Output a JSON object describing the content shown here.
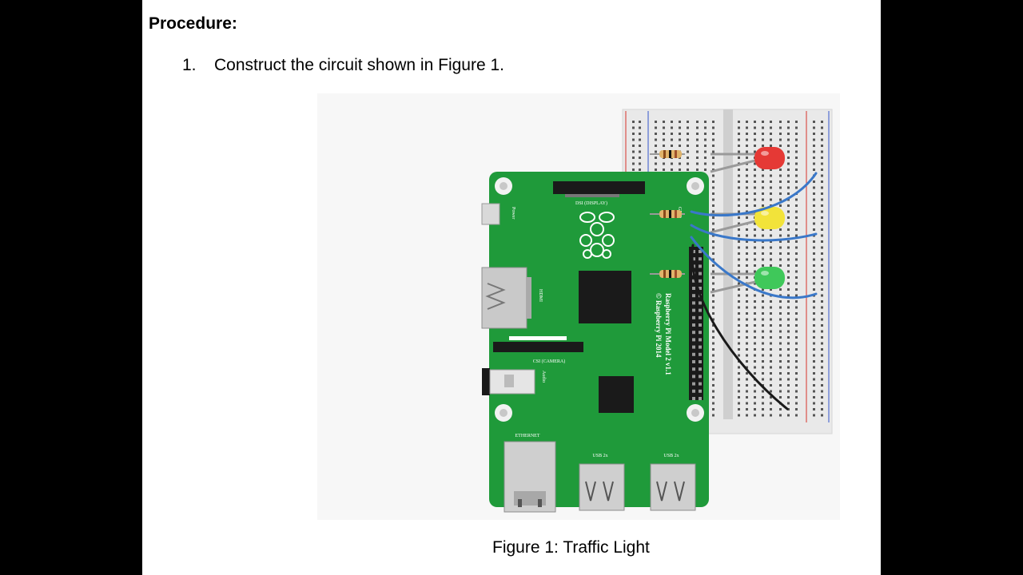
{
  "document": {
    "heading": "Procedure:",
    "steps": [
      {
        "number": "1.",
        "text": "Construct the circuit shown in Figure 1."
      }
    ],
    "figure_caption": "Figure 1: Traffic Light"
  },
  "diagram": {
    "board_labels": {
      "dsi": "DSI (DISPLAY)",
      "power": "Power",
      "hdmi": "HDMI",
      "csi": "CSI (CAMERA)",
      "audio": "Audio",
      "ethernet": "ETHERNET",
      "usb_a": "USB 2x",
      "usb_b": "USB 2x",
      "gpio": "GPIO",
      "model": "Raspberry Pi Model 2 v1.1",
      "copyright": "© Raspberry Pi 2014"
    },
    "led_colors": {
      "red": "#e53935",
      "yellow": "#f2e33a",
      "green": "#3fc85a"
    },
    "wire_colors": {
      "signal": "#3a78c9",
      "ground": "#1a1a1a"
    },
    "board_color": "#1f9a3a"
  }
}
